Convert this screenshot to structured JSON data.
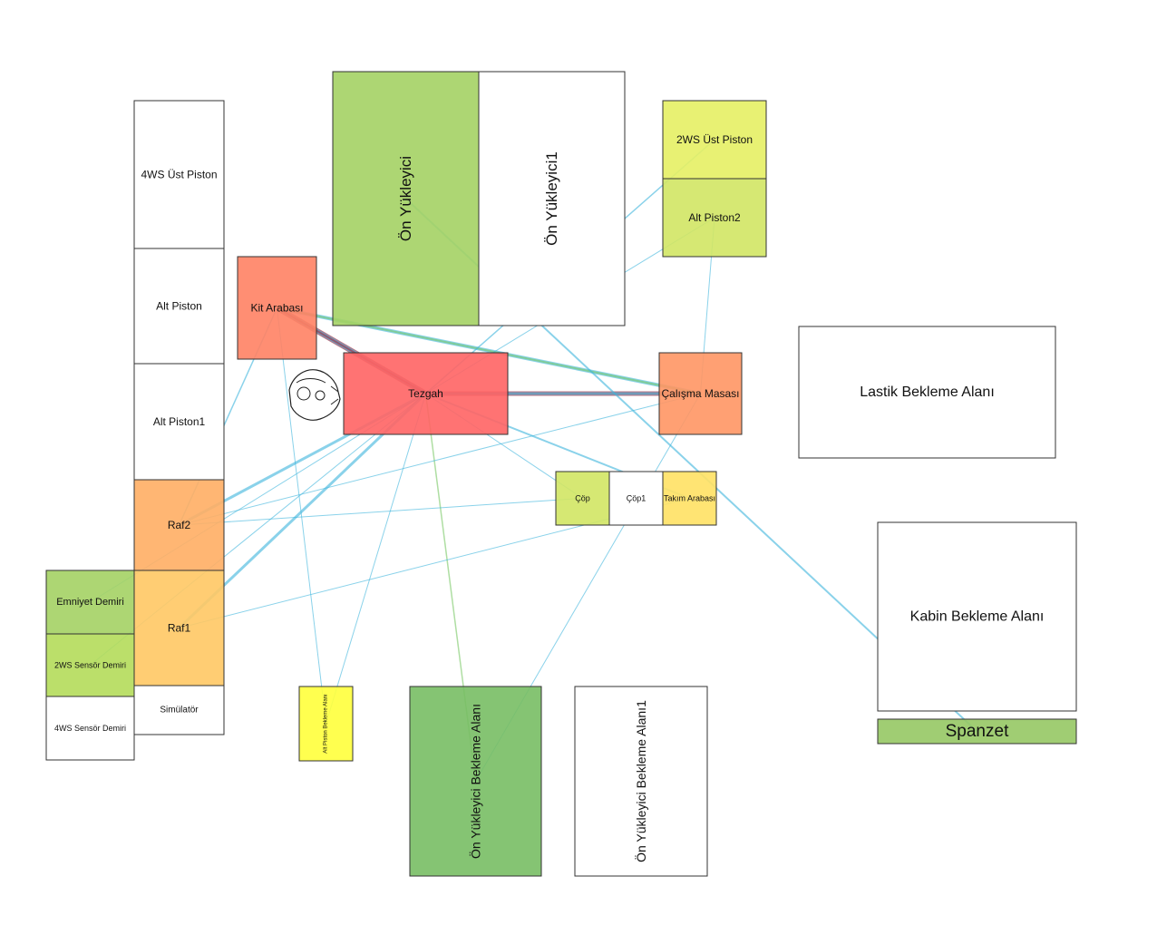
{
  "zones": [
    {
      "id": "ust-piston-4ws",
      "label": "4WS Üst Piston",
      "color": "#ffffff"
    },
    {
      "id": "alt-piston",
      "label": "Alt Piston",
      "color": "#ffffff"
    },
    {
      "id": "alt-piston1",
      "label": "Alt Piston1",
      "color": "#ffffff"
    },
    {
      "id": "raf2",
      "label": "Raf2",
      "color": "#ffae64"
    },
    {
      "id": "raf1",
      "label": "Raf1",
      "color": "#ffc864"
    },
    {
      "id": "simulator",
      "label": "Simülatör",
      "color": "#ffffff"
    },
    {
      "id": "emniyet-demiri",
      "label": "Emniyet Demiri",
      "color": "#a4d264"
    },
    {
      "id": "sensor-2ws",
      "label": "2WS Sensör Demiri",
      "color": "#b4dc5a"
    },
    {
      "id": "sensor-4ws",
      "label": "4WS Sensör Demiri",
      "color": "#ffffff"
    },
    {
      "id": "kit-arabasi",
      "label": "Kit Arabası",
      "color": "#ff8264"
    },
    {
      "id": "on-yukleyici",
      "label": "Ön Yükleyici",
      "color": "#a4d264"
    },
    {
      "id": "on-yukleyici1",
      "label": "Ön Yükleyici1",
      "color": "#ffffff"
    },
    {
      "id": "tezgah",
      "label": "Tezgah",
      "color": "#ff6464"
    },
    {
      "id": "ust-piston-2ws",
      "label": "2WS Üst Piston",
      "color": "#e6f064"
    },
    {
      "id": "alt-piston2",
      "label": "Alt Piston2",
      "color": "#d2e664"
    },
    {
      "id": "calisma-masasi",
      "label": "Çalışma Masası",
      "color": "#ff9664"
    },
    {
      "id": "cop",
      "label": "Çöp",
      "color": "#d2e664"
    },
    {
      "id": "cop1",
      "label": "Çöp1",
      "color": "#ffffff"
    },
    {
      "id": "takim-arabasi",
      "label": "Takım Arabası",
      "color": "#ffe164"
    },
    {
      "id": "lastik-bekleme",
      "label": "Lastik Bekleme Alanı",
      "color": "#ffffff"
    },
    {
      "id": "kabin-bekleme",
      "label": "Kabin Bekleme Alanı",
      "color": "#ffffff"
    },
    {
      "id": "spanzet",
      "label": "Spanzet",
      "color": "#96c864"
    },
    {
      "id": "alt-piston-bekleme",
      "label": "Alt Piston Bekleme Alanı",
      "color": "#ffff3c"
    },
    {
      "id": "on-yukleyici-bekleme",
      "label": "Ön Yükleyici Bekleme Alanı",
      "color": "#78be64"
    },
    {
      "id": "on-yukleyici-bekleme1",
      "label": "Ön Yükleyici Bekleme Alanı1",
      "color": "#ffffff"
    }
  ],
  "flows": [
    {
      "from": "kit-arabasi",
      "to": "tezgah",
      "color": "#a03c50",
      "weight": 6
    },
    {
      "from": "kit-arabasi",
      "to": "tezgah",
      "color": "#3cb4dc",
      "weight": 4
    },
    {
      "from": "tezgah",
      "to": "calisma-masasi",
      "color": "#a03c50",
      "weight": 5
    },
    {
      "from": "tezgah",
      "to": "calisma-masasi",
      "color": "#3cb4dc",
      "weight": 3
    },
    {
      "from": "kit-arabasi",
      "to": "calisma-masasi",
      "color": "#3cb4dc",
      "weight": 4
    },
    {
      "from": "kit-arabasi",
      "to": "calisma-masasi",
      "color": "#78c864",
      "weight": 2
    },
    {
      "from": "tezgah",
      "to": "raf2",
      "color": "#3cb4dc",
      "weight": 3
    },
    {
      "from": "tezgah",
      "to": "raf1",
      "color": "#3cb4dc",
      "weight": 3
    },
    {
      "from": "tezgah",
      "to": "takim-arabasi",
      "color": "#3cb4dc",
      "weight": 2
    },
    {
      "from": "tezgah",
      "to": "ust-piston-2ws",
      "color": "#3cb4dc",
      "weight": 1.5
    },
    {
      "from": "tezgah",
      "to": "alt-piston2",
      "color": "#3cb4dc",
      "weight": 1
    },
    {
      "from": "tezgah",
      "to": "emniyet-demiri",
      "color": "#3cb4dc",
      "weight": 1
    },
    {
      "from": "tezgah",
      "to": "sensor-2ws",
      "color": "#3cb4dc",
      "weight": 1
    },
    {
      "from": "tezgah",
      "to": "alt-piston-bekleme",
      "color": "#3cb4dc",
      "weight": 1
    },
    {
      "from": "tezgah",
      "to": "cop",
      "color": "#3cb4dc",
      "weight": 1
    },
    {
      "from": "tezgah",
      "to": "on-yukleyici-bekleme",
      "color": "#78c864",
      "weight": 1.5
    },
    {
      "from": "tezgah",
      "to": "kit-arabasi",
      "color": "#a03c50",
      "weight": 2
    },
    {
      "from": "on-yukleyici",
      "to": "spanzet",
      "color": "#3cb4dc",
      "weight": 2
    },
    {
      "from": "kit-arabasi",
      "to": "raf2",
      "color": "#3cb4dc",
      "weight": 1.5
    },
    {
      "from": "kit-arabasi",
      "to": "alt-piston-bekleme",
      "color": "#3cb4dc",
      "weight": 1
    },
    {
      "from": "raf2",
      "to": "calisma-masasi",
      "color": "#3cb4dc",
      "weight": 1
    },
    {
      "from": "raf2",
      "to": "cop",
      "color": "#3cb4dc",
      "weight": 1
    },
    {
      "from": "raf1",
      "to": "takim-arabasi",
      "color": "#3cb4dc",
      "weight": 1
    },
    {
      "from": "alt-piston2",
      "to": "calisma-masasi",
      "color": "#3cb4dc",
      "weight": 1
    },
    {
      "from": "calisma-masasi",
      "to": "on-yukleyici-bekleme",
      "color": "#3cb4dc",
      "weight": 1
    }
  ]
}
